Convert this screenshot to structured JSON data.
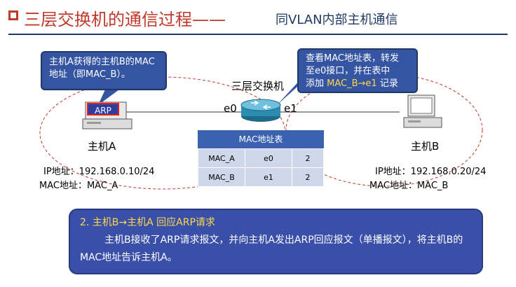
{
  "header": {
    "title": "三层交换机的通信过程——",
    "subtitle": "同VLAN内部主机通信"
  },
  "colors": {
    "title": "#c0392b",
    "callout_bg": "#3555a3",
    "table_header": "#3a62b0",
    "table_cell": "#cfd8ea",
    "highlight": "#ffd84a",
    "bottom_box": "#3a4fa8"
  },
  "callouts": {
    "left": "主机A获得的主机B的MAC地址（即MAC_B）。",
    "right_line1": "查看MAC地址表，转发",
    "right_line2": "至e0接口，并在表中",
    "right_line3_prefix": "添加 ",
    "right_line3_highlight": "MAC_B→e1",
    "right_line3_suffix": " 记录"
  },
  "switch": {
    "label": "三层交换机",
    "port_left": "e0",
    "port_right": "e1",
    "icon": "switch-icon"
  },
  "hostA": {
    "name": "主机A",
    "badge": "ARP",
    "ip": "IP地址：192.168.0.10/24",
    "mac": "MAC地址：MAC_A",
    "icon": "computer-icon"
  },
  "hostB": {
    "name": "主机B",
    "ip": "IP地址：192.168.0.20/24",
    "mac": "MAC地址：MAC_B",
    "icon": "computer-icon"
  },
  "mac_table": {
    "title": "MAC地址表",
    "rows": [
      [
        "MAC_A",
        "e0",
        "2"
      ],
      [
        "MAC_B",
        "e1",
        "2"
      ]
    ]
  },
  "bottom": {
    "title": "2.  主机B→主机A 回应ARP请求",
    "text": "主机B接收了ARP请求报文，并向主机A发出ARP回应报文（单播报文），将主机B的MAC地址告诉主机A。"
  }
}
